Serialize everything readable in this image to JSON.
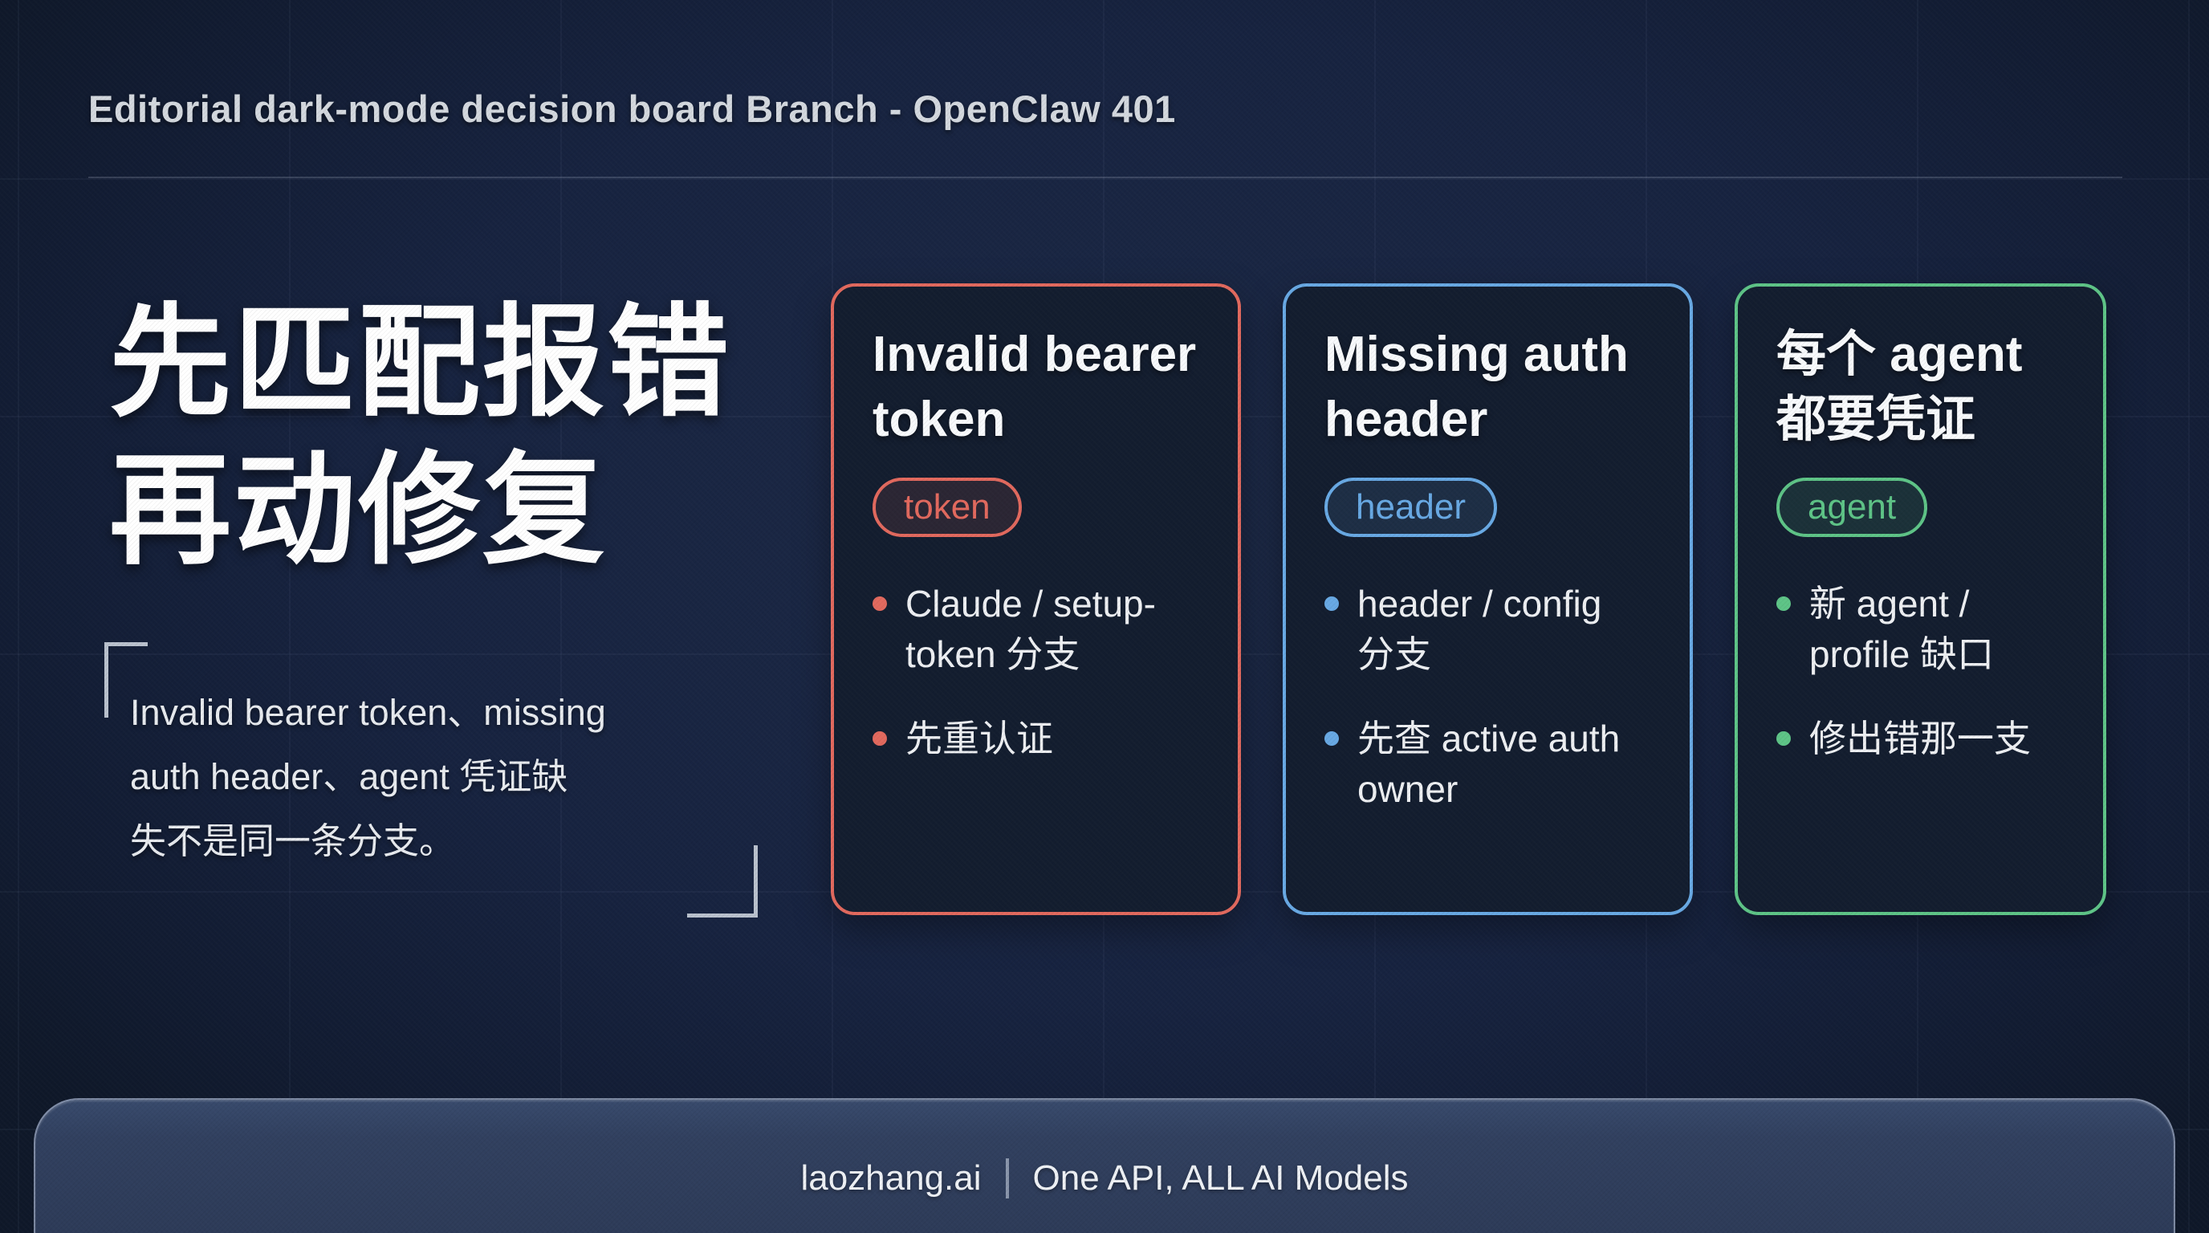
{
  "header": {
    "title": "Editorial dark-mode decision board Branch - OpenClaw 401"
  },
  "hero": {
    "headline": "先匹配报错\n再动修复",
    "quote": "Invalid bearer token、missing\nauth header、agent 凭证缺\n失不是同一条分支。"
  },
  "cards": [
    {
      "title": "Invalid bearer\ntoken",
      "tag": "token",
      "accent": "#e2695e",
      "accent_bg": "#e2695e1f",
      "bullets": [
        "Claude / setup-\ntoken 分支",
        "先重认证"
      ]
    },
    {
      "title": "Missing auth\nheader",
      "tag": "header",
      "accent": "#68a9e4",
      "accent_bg": "#68a9e41f",
      "bullets": [
        "header / config\n分支",
        "先查 active auth\nowner"
      ]
    },
    {
      "title": "每个 agent\n都要凭证",
      "tag": "agent",
      "accent": "#5ec487",
      "accent_bg": "#5ec4871f",
      "bullets": [
        "新 agent /\nprofile 缺口",
        "修出错那一支"
      ]
    }
  ],
  "footer": {
    "brand": "laozhang.ai",
    "tagline": "One API, ALL AI Models"
  }
}
